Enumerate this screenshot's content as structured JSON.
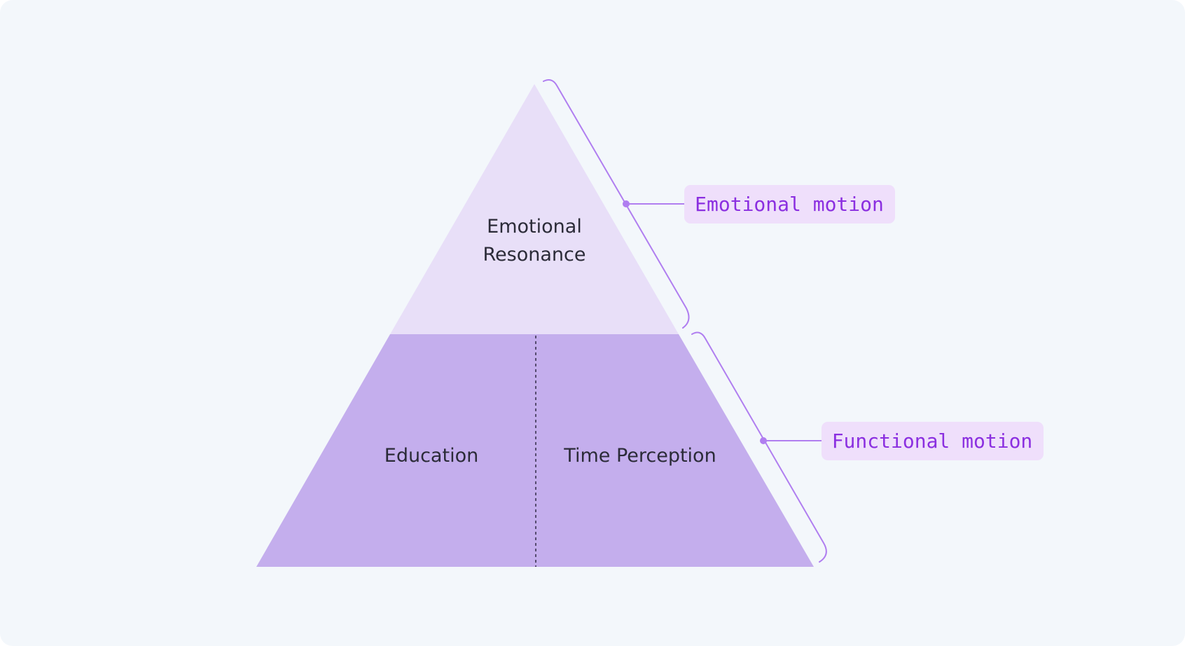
{
  "diagram": {
    "top_tier": {
      "label_line1": "Emotional",
      "label_line2": "Resonance"
    },
    "bottom_tier": {
      "left_label": "Education",
      "right_label": "Time Perception"
    },
    "annotations": {
      "emotional": "Emotional motion",
      "functional": "Functional motion"
    },
    "colors": {
      "background": "#f3f7fb",
      "top_tier_fill": "#e8dff8",
      "bottom_tier_fill": "#c4aeed",
      "bracket_stroke": "#b07ef0",
      "badge_fill": "#efdffb",
      "badge_text": "#8b2fe0",
      "tier_text": "#2b2b38",
      "divider": "#3a3350"
    }
  }
}
